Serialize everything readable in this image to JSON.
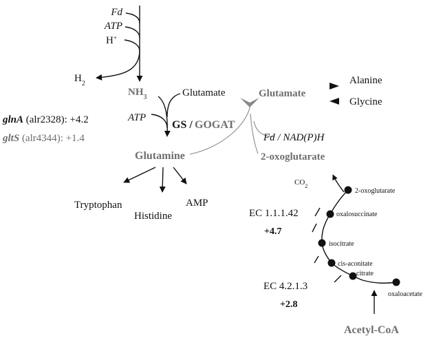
{
  "inputs": {
    "fd": "Fd",
    "atp": "ATP",
    "h_plus": "H",
    "h_plus_sup": "+",
    "h2": "H",
    "h2_sub": "2"
  },
  "nh3": {
    "base": "NH",
    "sub": "3"
  },
  "glutamate_left": "Glutamate",
  "glutamate_right": "Glutamate",
  "atp2": "ATP",
  "gs_label": "GS /",
  "gogat_label": "GOGAT",
  "glutamine": "Glutamine",
  "fd_nadph": "Fd / NAD(P)H",
  "oxoglutarate_big": "2-oxoglutarate",
  "alanine": "Alanine",
  "glycine": "Glycine",
  "genes": {
    "glna_name": "glnA",
    "glna_rest": " (alr2328): +4.2",
    "glts_name": "gltS",
    "glts_rest": " (alr4344): +1.4"
  },
  "products": {
    "tryptophan": "Tryptophan",
    "histidine": "Histidine",
    "amp": "AMP"
  },
  "co2": {
    "base": "CO",
    "sub": "2"
  },
  "tca": {
    "oxoglutarate": "2-oxoglutarate",
    "oxalosuccinate": "oxalosuccinate",
    "isocitrate": "isocitrate",
    "cis_aconitate": "cis-aconitate",
    "citrate": "citrate",
    "oxaloacetate": "oxaloacetate"
  },
  "ec1": {
    "code": "EC 1.1.1.42",
    "value": "+4.7"
  },
  "ec2": {
    "code": "EC 4.2.1.3",
    "value": "+2.8"
  },
  "acetyl_coa": "Acetyl-CoA"
}
